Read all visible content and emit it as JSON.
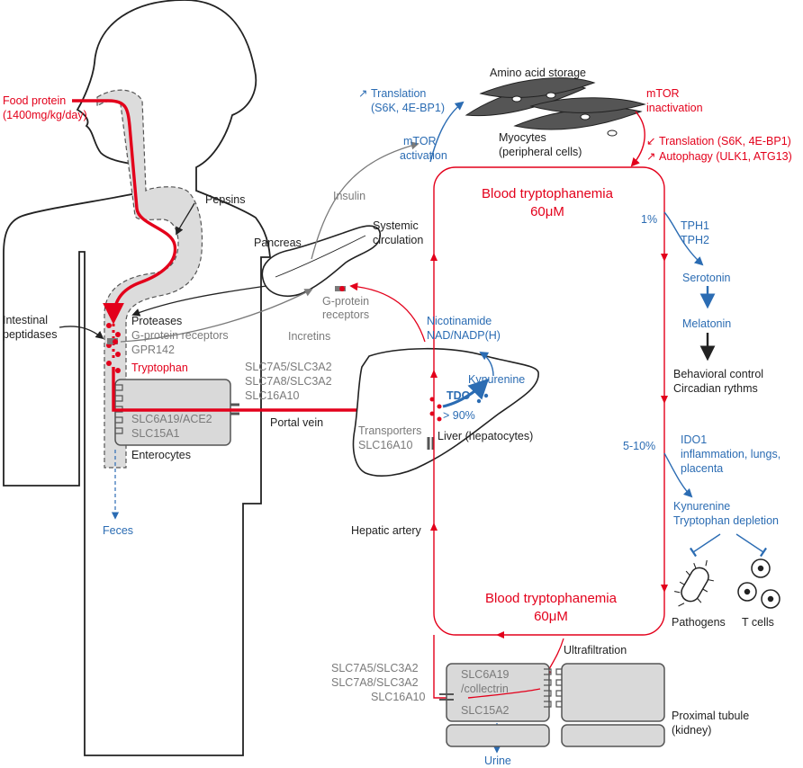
{
  "colors": {
    "red": "#e3001b",
    "blue": "#2b6cb3",
    "gray": "#7a7a7a",
    "black": "#222222",
    "fill_gray": "#d9d9d9"
  },
  "intake": {
    "food_protein": "Food protein",
    "dose": "(1400mg/kg/day)"
  },
  "gut": {
    "pepsins": "Pepsins",
    "proteases": "Proteases",
    "intestinal_peptidases": [
      "Intestinal",
      "peptidases"
    ],
    "gpcr": "G-protein receptors",
    "gpr142": "GPR142",
    "tryptophan": "Tryptophan",
    "enterocyte_transporters": [
      "SLC6A19/ACE2",
      "SLC15A1"
    ],
    "enterocytes": "Enterocytes",
    "feces": "Feces"
  },
  "pancreas": {
    "label": "Pancreas",
    "gpcr": [
      "G-protein",
      "receptors"
    ],
    "insulin": "Insulin",
    "incretins": "Incretins"
  },
  "portal": {
    "transporters": [
      "SLC7A5/SLC3A2",
      "SLC7A8/SLC3A2",
      "SLC16A10"
    ],
    "portal_vein": "Portal vein"
  },
  "liver": {
    "label": "Liver (hepatocytes)",
    "transporters": [
      "Transporters",
      "SLC16A10"
    ],
    "tdo": "TDO",
    "tdo_share": "> 90%",
    "kynurenine": "Kynurenine",
    "nicotinamide": [
      "Nicotinamide",
      "NAD/NADP(H)"
    ],
    "hepatic_artery": "Hepatic artery",
    "systemic": [
      "Systemic",
      "circulation"
    ]
  },
  "muscle": {
    "storage": "Amino acid storage",
    "myocytes": [
      "Myocytes",
      "(peripheral cells)"
    ],
    "mtor_activation": [
      "mTOR",
      "activation"
    ],
    "translation_up": [
      "Translation",
      "(S6K, 4E-BP1)"
    ],
    "mtor_inactivation": [
      "mTOR",
      "inactivation"
    ],
    "translation_down": "Translation (S6K, 4E-BP1)",
    "autophagy_up": "Autophagy (ULK1, ATG13)",
    "up_arrow": "↗",
    "down_arrow": "↙"
  },
  "blood": {
    "title": "Blood tryptophanemia",
    "conc": "60μM"
  },
  "serotonin": {
    "pct": "1%",
    "enzymes": [
      "TPH1",
      "TPH2"
    ],
    "serotonin": "Serotonin",
    "melatonin": "Melatonin",
    "outcome": [
      "Behavioral control",
      "Circadian rythms"
    ]
  },
  "ido": {
    "pct": "5-10%",
    "enzyme": [
      "IDO1",
      "inflammation, lungs,",
      "placenta"
    ],
    "result": [
      "Kynurenine",
      "Tryptophan depletion"
    ],
    "pathogens": "Pathogens",
    "tcells": "T cells"
  },
  "kidney": {
    "ultrafiltration": "Ultrafiltration",
    "transporters": [
      "SLC7A5/SLC3A2",
      "SLC7A8/SLC3A2",
      "SLC16A10"
    ],
    "apical": [
      "SLC6A19",
      "/collectrin"
    ],
    "slc15a2": "SLC15A2",
    "tubule": [
      "Proximal tubule",
      "(kidney)"
    ],
    "urine": "Urine"
  }
}
